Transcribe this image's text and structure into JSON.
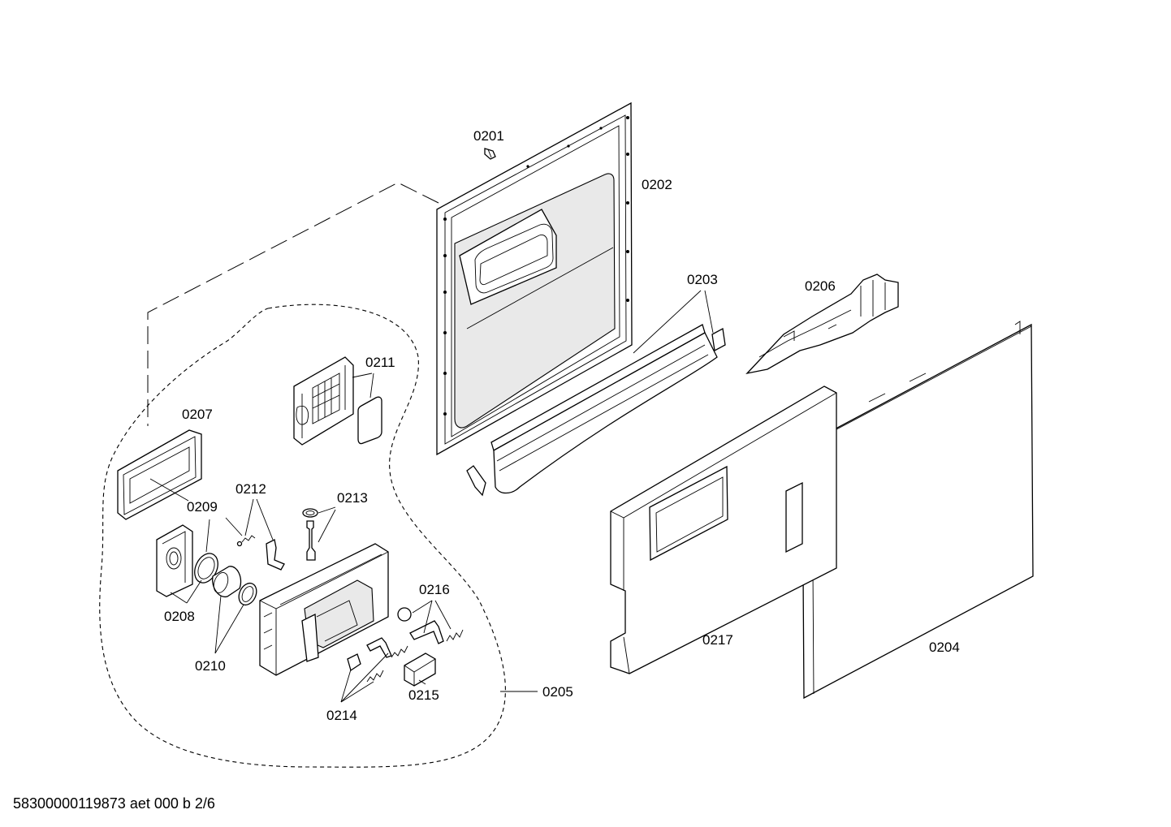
{
  "diagram": {
    "labels": {
      "p0201": "0201",
      "p0202": "0202",
      "p0203": "0203",
      "p0204": "0204",
      "p0205": "0205",
      "p0206": "0206",
      "p0207": "0207",
      "p0208": "0208",
      "p0209": "0209",
      "p0210": "0210",
      "p0211": "0211",
      "p0212": "0212",
      "p0213": "0213",
      "p0214": "0214",
      "p0215": "0215",
      "p0216": "0216",
      "p0217": "0217"
    },
    "footer": "58300000119873 aet 000 b 2/6"
  }
}
